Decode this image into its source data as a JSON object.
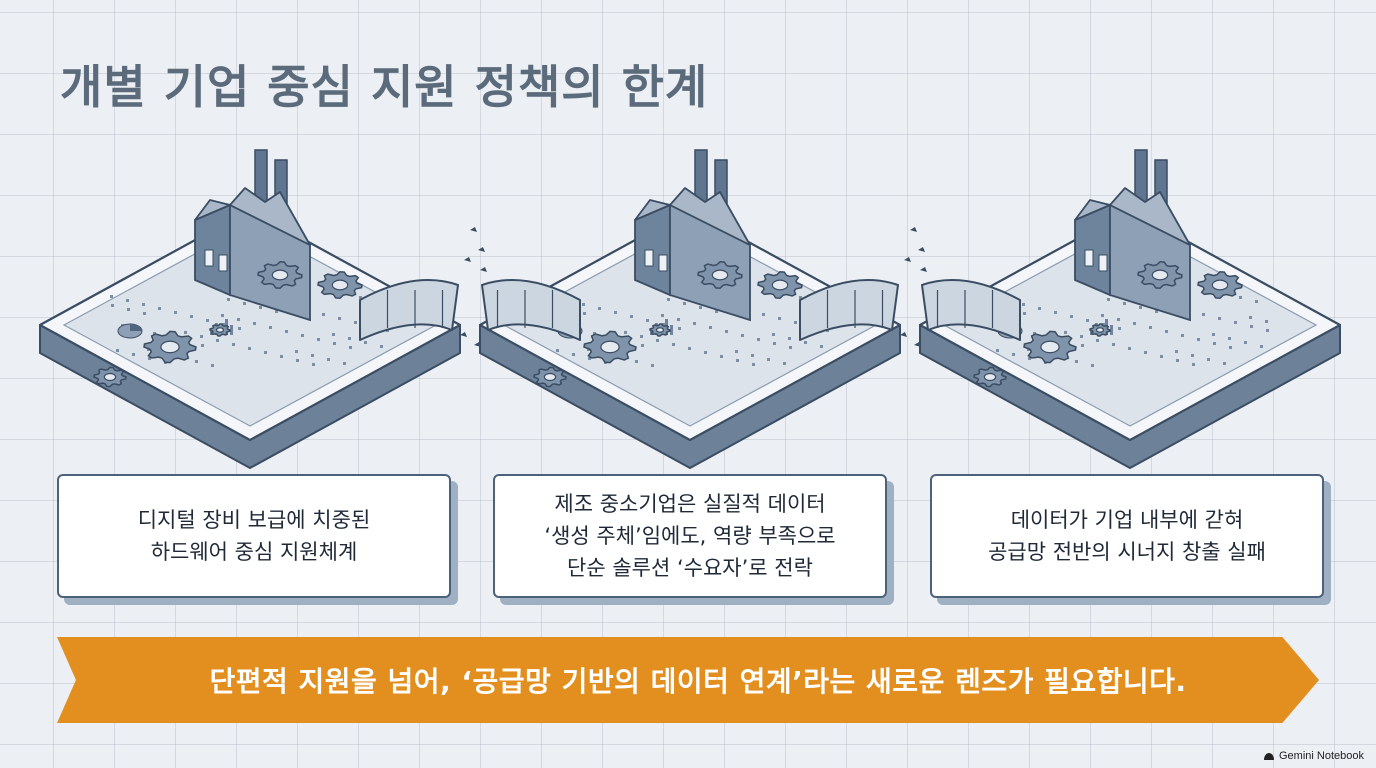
{
  "title": "개별 기업 중심 지원 정책의 한계",
  "cards": [
    {
      "lines": [
        "디지털 장비 보급에 치중된",
        "하드웨어 중심 지원체계"
      ]
    },
    {
      "lines": [
        "제조 중소기업은 실질적 데이터",
        "‘생성 주체’임에도, 역량 부족으로",
        "단순 솔루션 ‘수요자’로 전락"
      ]
    },
    {
      "lines": [
        "데이터가 기업 내부에 갇혀",
        "공급망 전반의 시너지 창출 실패"
      ]
    }
  ],
  "banner": {
    "text": "단편적 지원을 넘어, ‘공급망 기반의 데이터 연계’라는 새로운 렌즈가 필요합니다."
  },
  "watermark": {
    "text": "Gemini Notebook"
  },
  "illustration": {
    "platforms": 3,
    "bridges": 2,
    "bridges_state": "broken",
    "colors": {
      "platform_top": "#dde3ea",
      "platform_side": "#6d8199",
      "outline": "#3a4d63",
      "factory": "#8ea0b5",
      "bridge": "#ccd6e0",
      "banner": "#e28f20"
    },
    "icons": [
      "factory-icon",
      "gear-icon",
      "bar-chart-icon",
      "pie-chart-icon"
    ]
  }
}
